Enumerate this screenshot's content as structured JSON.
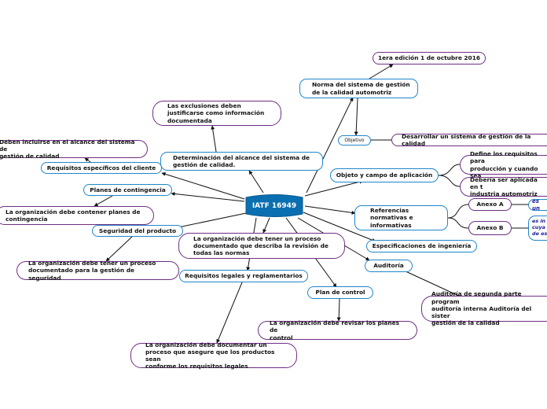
{
  "central": "IATF 16949",
  "nodes": {
    "edicion": "1era edición 1 de octubre 2016",
    "norma": "Norma del sistema de gestión\nde la calidad automotriz",
    "objetivo": "Objetivo",
    "desarrollar": "Desarrollar un sistema de gestión de la calidad",
    "exclusiones": "Las exclusiones deben\njustificarse como información\ndocumentada",
    "determinacion": "Determinación del alcance del sistema de\ngestión de calidad.",
    "deben_incluirse": "Deben incluirse en el alcance del sistema de\ngestión de calidad",
    "requisitos_cliente": "Requisitos específicos del cliente",
    "planes_contingencia": "Planes de contingencia",
    "contener_planes": "La organización debe contener planes de\ncontingencia",
    "seguridad_producto": "Seguridad del producto",
    "proceso_seguridad": "La organización debe tener un proceso\ndocumentado para la gestión de seguridad",
    "proceso_revision": "La organización debe tener un proceso\ndocumentado que describa la revisión de\ntodas las normas",
    "requisitos_legales": "Requisitos legales y reglamentarios",
    "documentar_proceso": "La organización debe documentar un\nproceso que asegure que los productos sean\nconforme los requisitos legales",
    "plan_control": "Plan de control",
    "revisar_planes": "La organización debe revisar los planes de\ncontrol",
    "objeto_campo": "Objeto y campo de aplicación",
    "define_requisitos": "Define los requisitos  para\nproducción y cuando sea",
    "deberia_aplicada": "Debería ser aplicada en t\nindustria automotriz",
    "referencias": "Referencias\nnormativas e\ninformativas",
    "anexo_a": "Anexo A",
    "anexo_b": "Anexo B",
    "nota_a": "es un",
    "nota_b": "es in\ncuya\nde es",
    "especificaciones": "Especificaciones de ingeniería",
    "auditoria": "Auditoría",
    "auditoria_segunda": "Auditoría de segunda parte program\nauditoría interna Auditoría del sister\ngestión de la calidad"
  },
  "colors": {
    "blue_border": "#1f86c8",
    "purple_border": "#6e2f82",
    "central_fill": "#0a6fb0",
    "note_text": "#1b1b9a"
  }
}
